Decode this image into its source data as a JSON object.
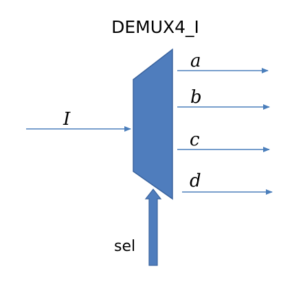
{
  "diagram": {
    "title": "DEMUX4_I",
    "input_label": "I",
    "select_label": "sel",
    "outputs": [
      {
        "label": "a"
      },
      {
        "label": "b"
      },
      {
        "label": "c"
      },
      {
        "label": "d"
      }
    ]
  },
  "colors": {
    "block_fill": "#4f7dbd",
    "block_stroke": "#3a639e",
    "line": "#4a7ebb",
    "text": "#000000"
  }
}
